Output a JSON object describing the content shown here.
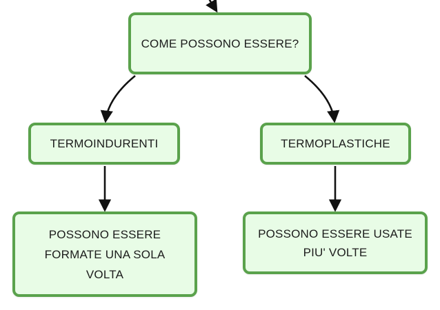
{
  "colors": {
    "node_fill": "#e8fce6",
    "node_border": "#5aa24c",
    "connector": "#111111",
    "text": "#1c1c1c"
  },
  "nodes": {
    "root": {
      "label": "COME POSSONO ESSERE?"
    },
    "termoindurenti": {
      "label": "TERMOINDURENTI"
    },
    "termoplastiche": {
      "label": "TERMOPLASTICHE"
    },
    "sola_volta": {
      "label": "POSSONO ESSERE FORMATE UNA SOLA VOLTA"
    },
    "piu_volte": {
      "label": "POSSONO ESSERE USATE PIU' VOLTE"
    }
  }
}
